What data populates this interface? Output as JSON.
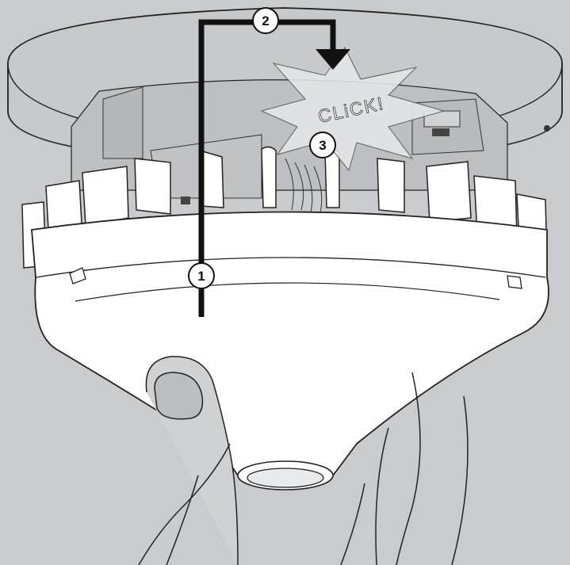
{
  "diagram": {
    "background_color": "#c9cbce",
    "arrow_color": "#111111",
    "steps": [
      {
        "label": "1"
      },
      {
        "label": "2"
      },
      {
        "label": "3"
      }
    ],
    "click_text": "CLiCK!"
  }
}
